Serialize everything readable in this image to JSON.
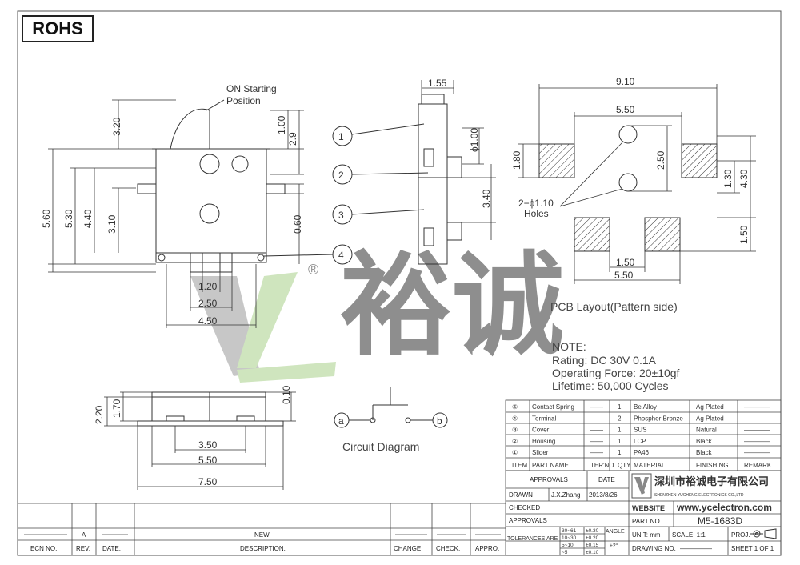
{
  "rohs": "ROHS",
  "on_label_1": "ON Starting",
  "on_label_2": "Position",
  "dims": {
    "d155": "1.55",
    "d100a": "1.00",
    "d29": "2.9",
    "d320": "3.20",
    "d440": "4.40",
    "d560": "5.60",
    "d530": "5.30",
    "d310": "3.10",
    "d060": "0.60",
    "d120": "1.20",
    "d250a": "2.50",
    "d450": "4.50",
    "phi100": "ϕ1.00",
    "d340": "3.40",
    "d910": "9.10",
    "d550a": "5.50",
    "d180": "1.80",
    "d250b": "2.50",
    "d130": "1.30",
    "d430": "4.30",
    "holes1": "2−ϕ1.10",
    "holes2": "Holes",
    "d150a": "1.50",
    "d150b": "1.50",
    "d550b": "5.50",
    "d220": "2.20",
    "d170": "1.70",
    "d010": "0.10",
    "d350": "3.50",
    "d550c": "5.50",
    "d750": "7.50"
  },
  "callouts": [
    "1",
    "2",
    "3",
    "4"
  ],
  "pcb_label": "PCB Layout(Pattern side)",
  "circuit": {
    "a": "a",
    "b": "b",
    "label": "Circuit Diagram"
  },
  "note": {
    "title": "NOTE:",
    "rating": "Rating: DC 30V 0.1A",
    "force": "Operating Force: 20±10gf",
    "life": "Lifetime:   50,000 Cycles"
  },
  "watermark": {
    "brand": "裕诚",
    "reg": "®"
  },
  "bom": {
    "rows": [
      {
        "no": "⑤",
        "name": "Contact Spring",
        "ter": "——",
        "qty": "1",
        "mat": "Be Alloy",
        "fin": "Ag Plated",
        "rem": "————"
      },
      {
        "no": "④",
        "name": "Terminal",
        "ter": "——",
        "qty": "2",
        "mat": "Phosphor Bronze",
        "fin": "Ag Plated",
        "rem": "————"
      },
      {
        "no": "③",
        "name": "Cover",
        "ter": "——",
        "qty": "1",
        "mat": "SUS",
        "fin": "Natural",
        "rem": "————"
      },
      {
        "no": "②",
        "name": "Housing",
        "ter": "——",
        "qty": "1",
        "mat": "LCP",
        "fin": "Black",
        "rem": "————"
      },
      {
        "no": "①",
        "name": "Slider",
        "ter": "——",
        "qty": "1",
        "mat": "PA46",
        "fin": "Black",
        "rem": "————"
      }
    ],
    "header": {
      "no": "ITEM",
      "name": "PART NAME",
      "ter": "TER'NO.",
      "qty": "QTY.",
      "mat": "MATERIAL",
      "fin": "FINISHING",
      "rem": "REMARK"
    }
  },
  "title_block": {
    "approvals": "APPROVALS",
    "date": "DATE",
    "drawn": "DRAWN",
    "drawn_by": "J.X.Zhang",
    "drawn_date": "2013/8/26",
    "checked": "CHECKED",
    "approvals2": "APPROVALS",
    "tolerances": "TOLERANCES ARE",
    "tol_rows": [
      [
        "30~61",
        "±0.30"
      ],
      [
        "10~30",
        "±0.20"
      ],
      [
        "5~10",
        "±0.15"
      ],
      [
        "~5",
        "±0.10"
      ]
    ],
    "angle": "ANGLE",
    "angle_val": "±2°",
    "company_cn": "深圳市裕诚电子有限公司",
    "company_en": "SHENZHEN YUCHENG ELECTRONICS CO.,LTD",
    "website_label": "WEBSITE",
    "website": "www.ycelectron.com",
    "part_no_label": "PART NO.",
    "part_no": "M5-1683D",
    "unit": "UNIT: mm",
    "scale": "SCALE:  1:1",
    "proj": "PROJ.",
    "drawing_no": "DRAWING NO.",
    "drawing_no_val": "—————",
    "sheet": "SHEET   1  OF  1"
  },
  "revision": {
    "rev": "A",
    "desc": "NEW",
    "h_ecn": "ECN NO.",
    "h_rev": "REV.",
    "h_date": "DATE.",
    "h_desc": "DESCRIPTION.",
    "h_change": "CHANGE.",
    "h_check": "CHECK.",
    "h_appro": "APPRO."
  }
}
